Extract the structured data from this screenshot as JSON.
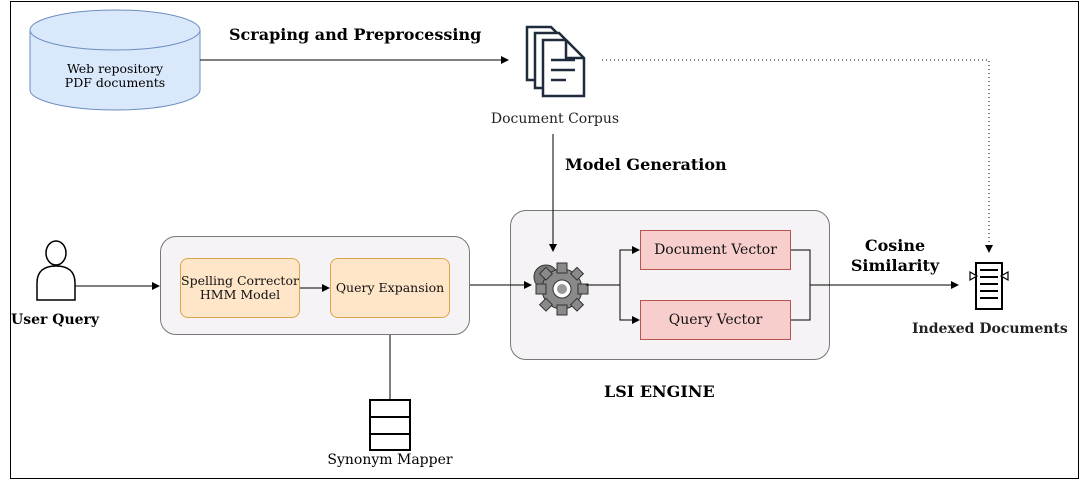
{
  "repository": {
    "line1": "Web repository",
    "line2": "PDF documents"
  },
  "labels": {
    "scraping": "Scraping and Preprocessing",
    "corpus": "Document Corpus",
    "model_generation": "Model Generation",
    "user_query": "User Query",
    "cosine_line1": "Cosine",
    "cosine_line2": "Similarity",
    "indexed": "Indexed Documents",
    "lsi_engine": "LSI ENGINE",
    "synonym_mapper": "Synonym Mapper"
  },
  "preprocess": {
    "spelling_line1": "Spelling Corrector",
    "spelling_line2": "HMM Model",
    "query_expansion": "Query Expansion"
  },
  "engine": {
    "document_vector": "Document Vector",
    "query_vector": "Query Vector"
  },
  "icons": {
    "database": "database-cylinder-icon",
    "corpus": "document-stack-icon",
    "user": "user-icon",
    "gear": "gear-icon",
    "indexed": "indexed-document-icon",
    "synonym": "table-stack-icon"
  },
  "colors": {
    "database_fill": "#dae8fc",
    "database_stroke": "#6c8ebf",
    "group_fill": "#f5f3f6",
    "yellow_fill": "#ffe6c8",
    "yellow_stroke": "#d6a64a",
    "pink_fill": "#f8cecc",
    "pink_stroke": "#b85450"
  }
}
